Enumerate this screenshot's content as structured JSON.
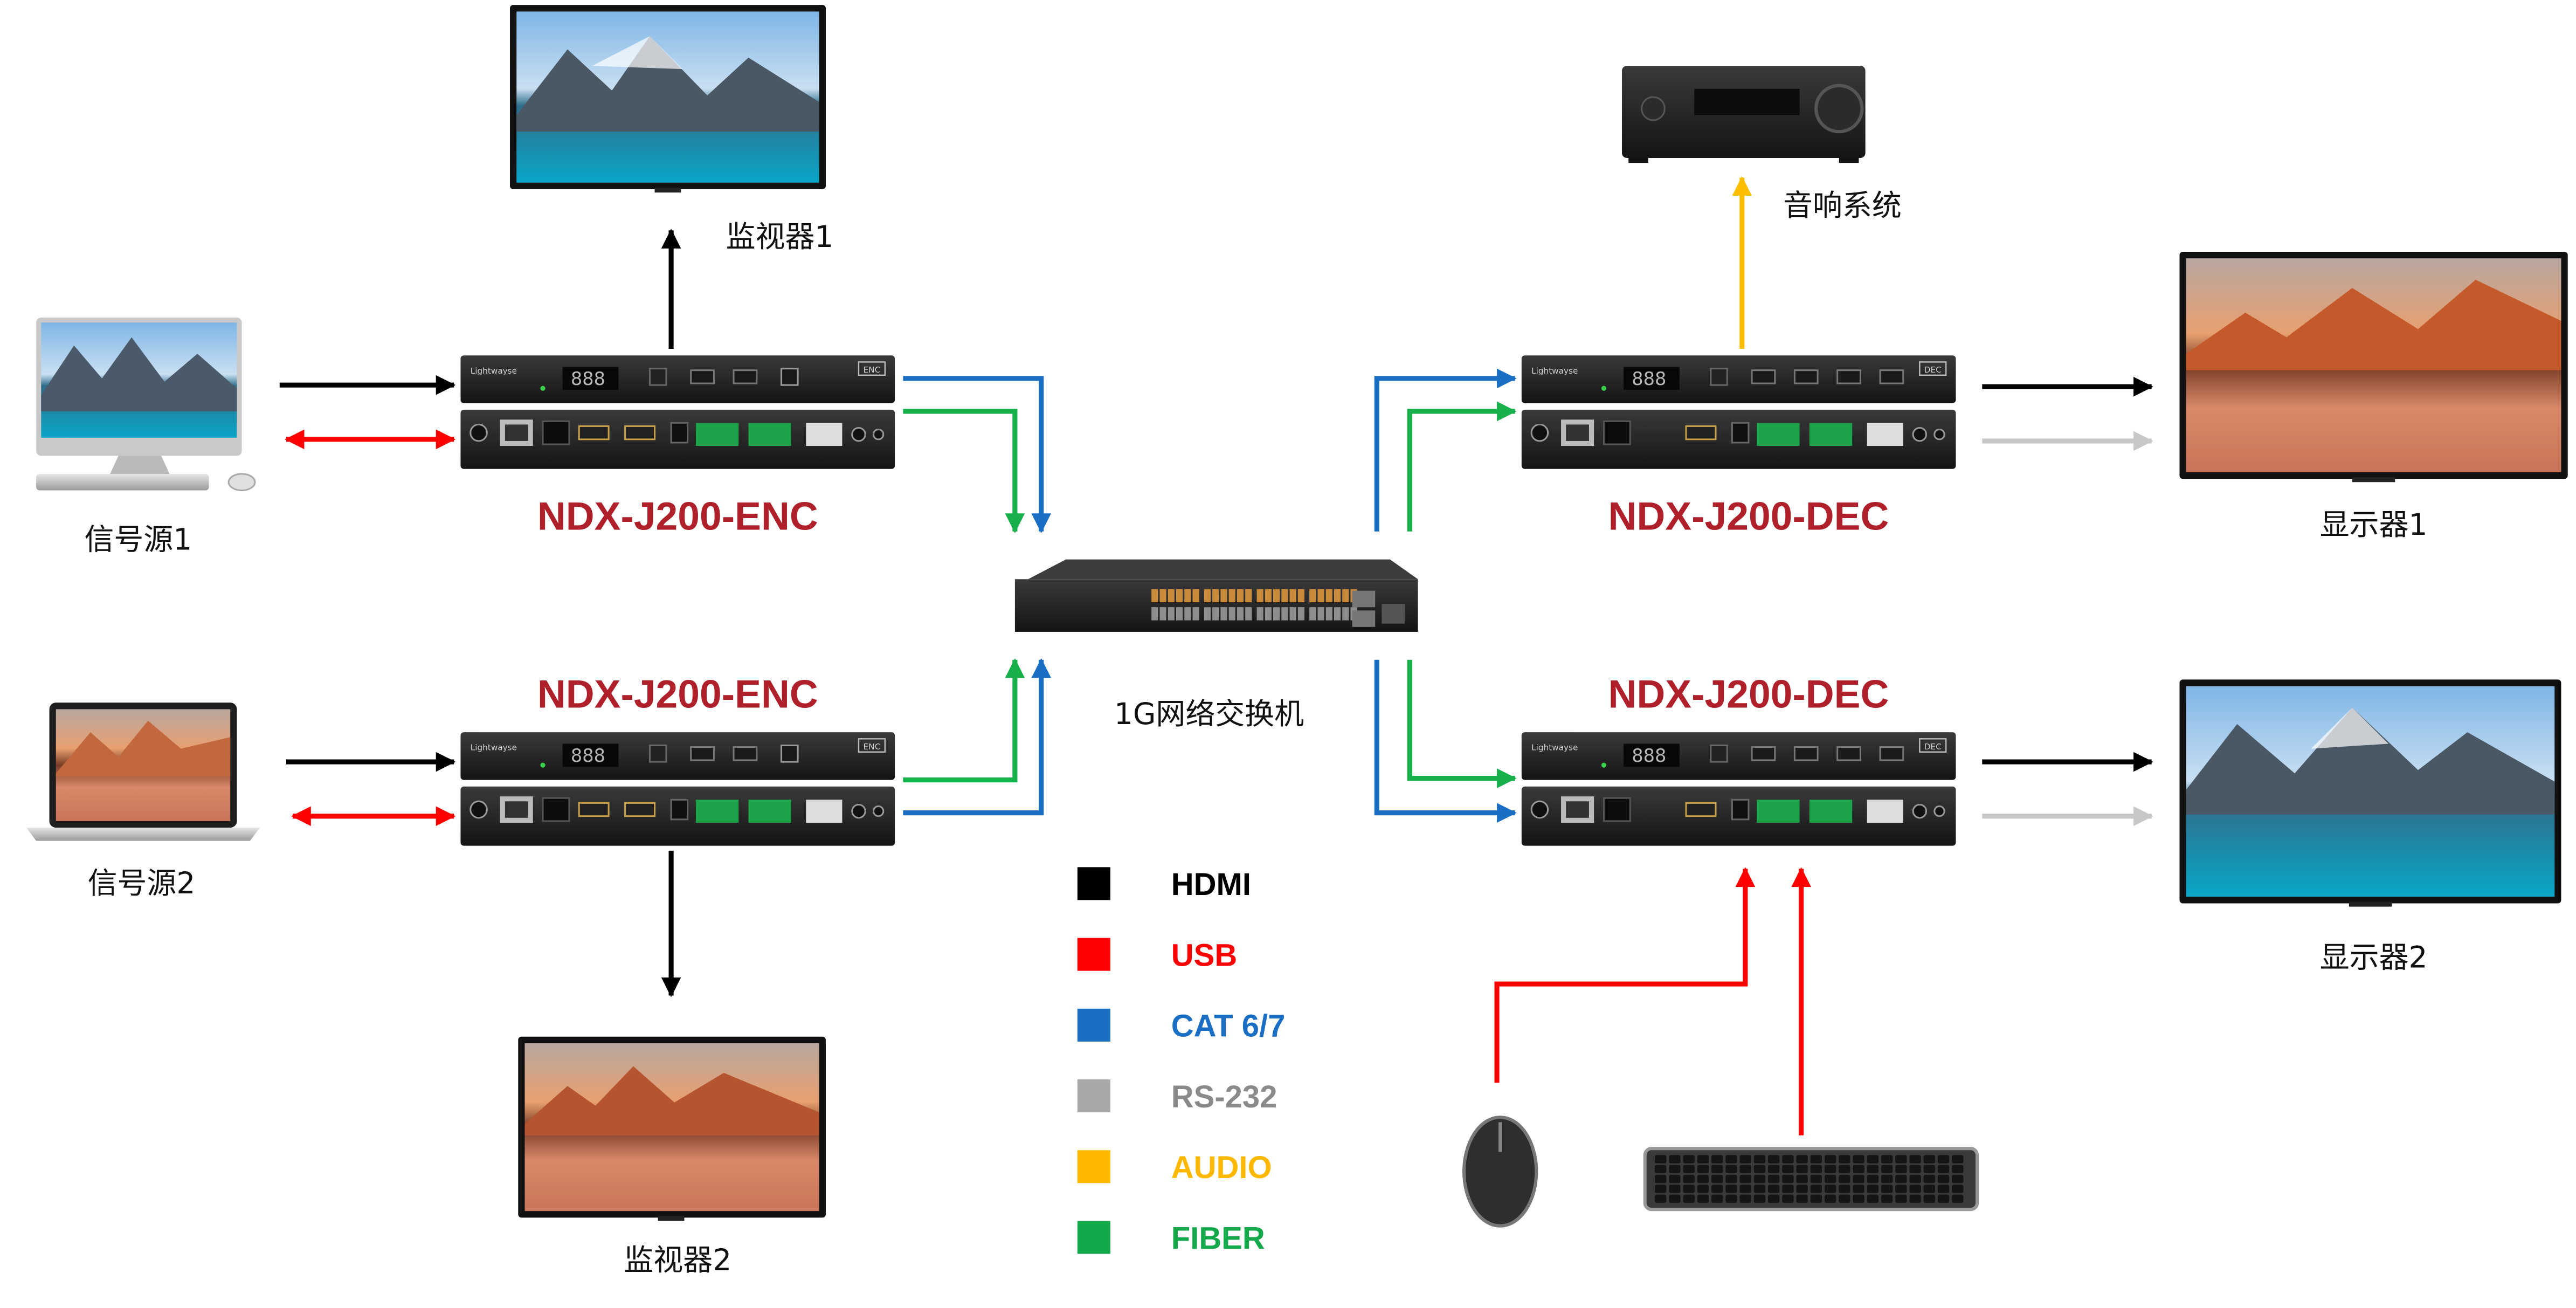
{
  "devices": {
    "source1": "信号源1",
    "source2": "信号源2",
    "monitor1": "监视器1",
    "monitor2": "监视器2",
    "display1": "显示器1",
    "display2": "显示器2",
    "audio_system": "音响系统",
    "switch": "1G网络交换机"
  },
  "models": {
    "enc_top": "NDX-J200-ENC",
    "enc_bottom": "NDX-J200-ENC",
    "dec_top": "NDX-J200-DEC",
    "dec_bottom": "NDX-J200-DEC"
  },
  "unit_text": {
    "brand": "Lightwayse",
    "enc_badge": "ENC",
    "dec_badge": "DEC",
    "display_digits": "888"
  },
  "legend": [
    {
      "label": "HDMI",
      "color": "#000000"
    },
    {
      "label": "USB",
      "color": "#ff0000"
    },
    {
      "label": "CAT 6/7",
      "color": "#1a6fc4"
    },
    {
      "label": "RS-232",
      "color": "#a8a8a8"
    },
    {
      "label": "AUDIO",
      "color": "#ffb800"
    },
    {
      "label": "FIBER",
      "color": "#13a84a"
    }
  ],
  "colors": {
    "model_text": "#b0202a",
    "hdmi": "#000000",
    "usb": "#ff0000",
    "cat": "#1a6fc4",
    "rs232": "#c8c8c8",
    "audio": "#ffbf00",
    "fiber": "#18b04a"
  }
}
